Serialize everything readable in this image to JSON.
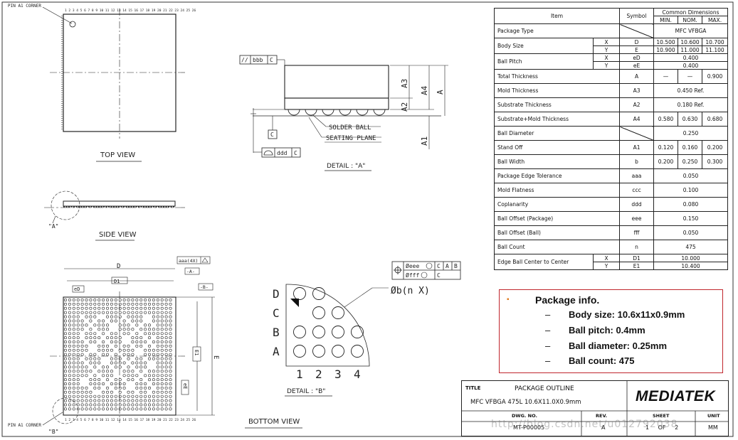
{
  "views": {
    "top_view": "TOP VIEW",
    "side_view": "SIDE VIEW",
    "bottom_view": "BOTTOM VIEW",
    "detail_a": "DETAIL : \"A\"",
    "detail_b": "DETAIL : \"B\"",
    "pin_a1_corner": "PIN A1 CORNER",
    "marker_a": "\"A\"",
    "marker_b": "\"B\""
  },
  "detail_a": {
    "solder_ball": "SOLDER BALL",
    "seating_plane": "SEATING PLANE",
    "dims": [
      "A3",
      "A4",
      "A",
      "A2",
      "A1"
    ],
    "bbb": "bbb",
    "c_ref": "C",
    "ddd": "ddd",
    "parallel_sym": "//"
  },
  "detail_b": {
    "rows": [
      "D",
      "C",
      "B",
      "A"
    ],
    "cols": [
      "1",
      "2",
      "3",
      "4"
    ],
    "ball_callout": "Øb(n  X)",
    "eee": "Øeee",
    "fff": "Øfff",
    "refs": [
      "C",
      "A",
      "B"
    ],
    "ref_c": "C"
  },
  "bottom_view": {
    "D": "D",
    "D1": "D1",
    "eD": "eD",
    "E": "E",
    "E1": "E1",
    "eE": "eE",
    "aaa": "aaa(4X)",
    "datum_a": "-A-",
    "datum_b": "-B-"
  },
  "spec_table": {
    "head": {
      "item": "Item",
      "symbol": "Symbol",
      "common": "Common Dimensions",
      "min": "MIN.",
      "nom": "NOM.",
      "max": "MAX."
    },
    "package_type": {
      "label": "Package Type",
      "value": "MFC VFBGA"
    },
    "body_size": {
      "label": "Body Size",
      "x": {
        "axis": "X",
        "sym": "D",
        "min": "10.500",
        "nom": "10.600",
        "max": "10.700"
      },
      "y": {
        "axis": "Y",
        "sym": "E",
        "min": "10.900",
        "nom": "11.000",
        "max": "11.100"
      }
    },
    "ball_pitch": {
      "label": "Ball Pitch",
      "x": {
        "axis": "X",
        "sym": "eD",
        "value": "0.400"
      },
      "y": {
        "axis": "Y",
        "sym": "eE",
        "value": "0.400"
      }
    },
    "total_thickness": {
      "label": "Total Thickness",
      "sym": "A",
      "min": "—",
      "nom": "—",
      "max": "0.900"
    },
    "mold_thickness": {
      "label": "Mold Thickness",
      "sym": "A3",
      "value": "0.450 Ref."
    },
    "substrate_thickness": {
      "label": "Substrate Thickness",
      "sym": "A2",
      "value": "0.180 Ref."
    },
    "substrate_mold": {
      "label": "Substrate+Mold Thickness",
      "sym": "A4",
      "min": "0.580",
      "nom": "0.630",
      "max": "0.680"
    },
    "ball_diameter": {
      "label": "Ball Diameter",
      "value": "0.250"
    },
    "stand_off": {
      "label": "Stand Off",
      "sym": "A1",
      "min": "0.120",
      "nom": "0.160",
      "max": "0.200"
    },
    "ball_width": {
      "label": "Ball Width",
      "sym": "b",
      "min": "0.200",
      "nom": "0.250",
      "max": "0.300"
    },
    "edge_tolerance": {
      "label": "Package Edge Tolerance",
      "sym": "aaa",
      "value": "0.050"
    },
    "mold_flatness": {
      "label": "Mold Flatness",
      "sym": "ccc",
      "value": "0.100"
    },
    "coplanarity": {
      "label": "Coplanarity",
      "sym": "ddd",
      "value": "0.080"
    },
    "ball_offset_pkg": {
      "label": "Ball Offset (Package)",
      "sym": "eee",
      "value": "0.150"
    },
    "ball_offset_ball": {
      "label": "Ball Offset (Ball)",
      "sym": "fff",
      "value": "0.050"
    },
    "ball_count": {
      "label": "Ball Count",
      "sym": "n",
      "value": "475"
    },
    "edge_center": {
      "label": "Edge Ball Center to Center",
      "x": {
        "axis": "X",
        "sym": "D1",
        "value": "10.000"
      },
      "y": {
        "axis": "Y",
        "sym": "E1",
        "value": "10.400"
      }
    }
  },
  "package_info": {
    "title": "Package info.",
    "items": [
      "Body size: 10.6x11x0.9mm",
      "Ball pitch: 0.4mm",
      "Ball diameter: 0.25mm",
      "Ball count: 475"
    ],
    "bullet": "▪",
    "dash": "–",
    "accent_color": "#c0262d"
  },
  "title_block": {
    "title_label": "TITLE",
    "title": "PACKAGE OUTLINE",
    "subtitle": "MFC VFBGA 475L 10.6X11.0X0.9mm",
    "logo": "MEDIATEK",
    "dwg_label": "DWG. NO.",
    "dwg_no": "MT-P00005",
    "rev_label": "REV.",
    "rev": "A",
    "sheet_label": "SHEET",
    "sheet": "1 OF 2",
    "unit_label": "UNIT",
    "unit": "MM"
  },
  "watermark": "http://blog.csdn.net/u012792038"
}
